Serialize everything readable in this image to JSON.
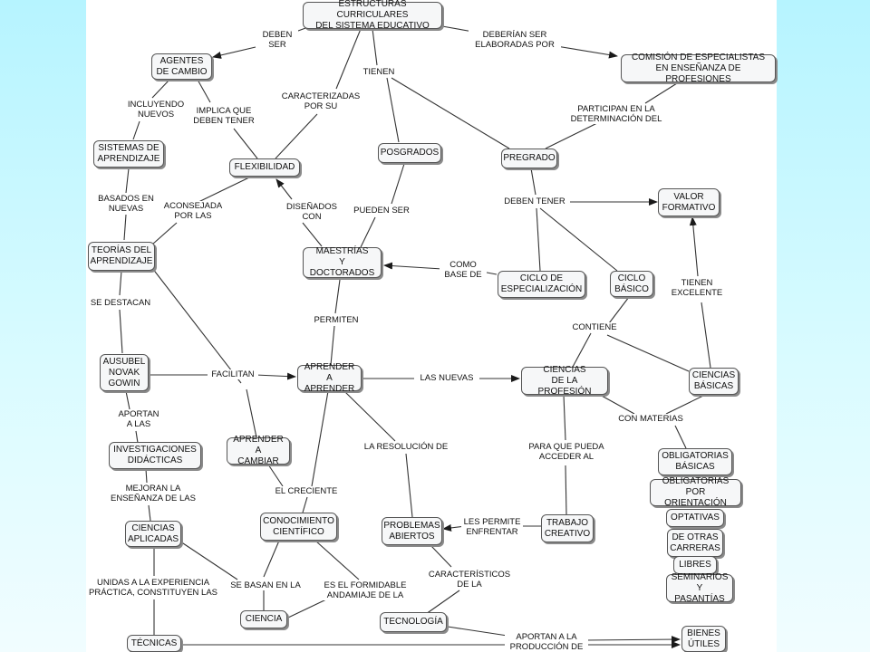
{
  "colors": {
    "outer_background": "#b6f4ff",
    "slide_background": "#ffffff",
    "node_fill": "#f6f7f8",
    "node_border": "#555555",
    "line": "#333333"
  },
  "nodes": {
    "estructuras": "ESTRUCTURAS CURRICULARES\nDEL  SISTEMA  EDUCATIVO",
    "agentes": "AGENTES\nDE CAMBIO",
    "comision": "COMISIÓN DE ESPECIALISTAS\nEN ENSEÑANZA  DE PROFESIONES",
    "sistemas": "SISTEMAS DE\nAPRENDIZAJE",
    "flexibilidad": "FLEXIBILIDAD",
    "posgrados": "POSGRADOS",
    "pregrado": "PREGRADO",
    "valor": "VALOR\nFORMATIVO",
    "teorias": "TEORÍAS DEL\nAPRENDIZAJE",
    "maestrias": "MAESTRÍAS\nY DOCTORADOS",
    "ciclo_esp": "CICLO  DE\nESPECIALIZACIÓN",
    "ciclo_basico": "CICLO\nBÁSICO",
    "ausubel": "AUSUBEL\nNOVAK\nGOWIN",
    "aprender": "APRENDER A\nAPRENDER",
    "ciencias_prof": "CIENCIAS\nDE LA PROFESIÓN",
    "ciencias_basicas": "CIENCIAS\nBÁSICAS",
    "investigaciones": "INVESTIGACIONES\nDIDÁCTICAS",
    "aprender_cambiar": "APRENDER A\nCAMBIAR",
    "obligatorias_basicas": "OBLIGATORIAS\nBÁSICAS",
    "obligatorias_orient": "OBLIGATORIAS\nPOR ORIENTACIÓN",
    "optativas": "OPTATIVAS",
    "otras_carreras": "DE OTRAS\nCARRERAS",
    "libres": "LIBRES",
    "seminarios": "SEMINARIOS\nY PASANTÍAS",
    "ciencias_aplicadas": "CIENCIAS\nAPLICADAS",
    "conocimiento": "CONOCIMIENTO\nCIENTÍFICO",
    "problemas": "PROBLEMAS\nABIERTOS",
    "trabajo": "TRABAJO\nCREATIVO",
    "ciencia": "CIENCIA",
    "tecnologia": "TECNOLOGÍA",
    "tecnicas": "TÉCNICAS",
    "bienes": "BIENES\nÚTILES"
  },
  "labels": {
    "deben_ser": "DEBEN\nSER",
    "deberian": "DEBERÍAN SER\nELABORADAS POR",
    "tienen": "TIENEN",
    "caracterizadas": "CARACTERIZADAS\nPOR  SU",
    "incluyendo": "INCLUYENDO\nNUEVOS",
    "implica": "IMPLICA  QUE\nDEBEN  TENER",
    "participan": "PARTICIPAN EN LA\nDETERMINACIÓN DEL",
    "basados": "BASADOS EN\nNUEVAS",
    "aconsejada": "ACONSEJADA\nPOR  LAS",
    "disenados": "DISEÑADOS\nCON",
    "pueden_ser": "PUEDEN SER",
    "deben_tener": "DEBEN  TENER",
    "como_base": "COMO\nBASE DE",
    "se_destacan": "SE DESTACAN",
    "tienen_excelente": "TIENEN\nEXCELENTE",
    "permiten": "PERMITEN",
    "contiene": "CONTIENE",
    "facilitan": "FACILITAN",
    "las_nuevas": "LAS  NUEVAS",
    "aportan_a_las": "APORTAN\nA LAS",
    "con_materias": "CON MATERIAS",
    "la_resolucion": "LA RESOLUCIÓN DE",
    "para_que": "PARA QUE PUEDA\nACCEDER  AL",
    "el_creciente": "EL CRECIENTE",
    "mejoran": "MEJORAN LA\nENSEÑANZA DE LAS",
    "les_permite": "LES PERMITE\nENFRENTAR",
    "caracteristicos": "CARACTERÍSTICOS\nDE LA",
    "unidas": "UNIDAS A LA EXPERIENCIA\nPRÁCTICA, CONSTITUYEN LAS",
    "se_basan": "SE BASAN EN LA",
    "es_el_formidable": "ES EL FORMIDABLE\nANDAMIAJE DE  LA",
    "aportan_produccion": "APORTAN A LA\nPRODUCCIÓN DE"
  }
}
